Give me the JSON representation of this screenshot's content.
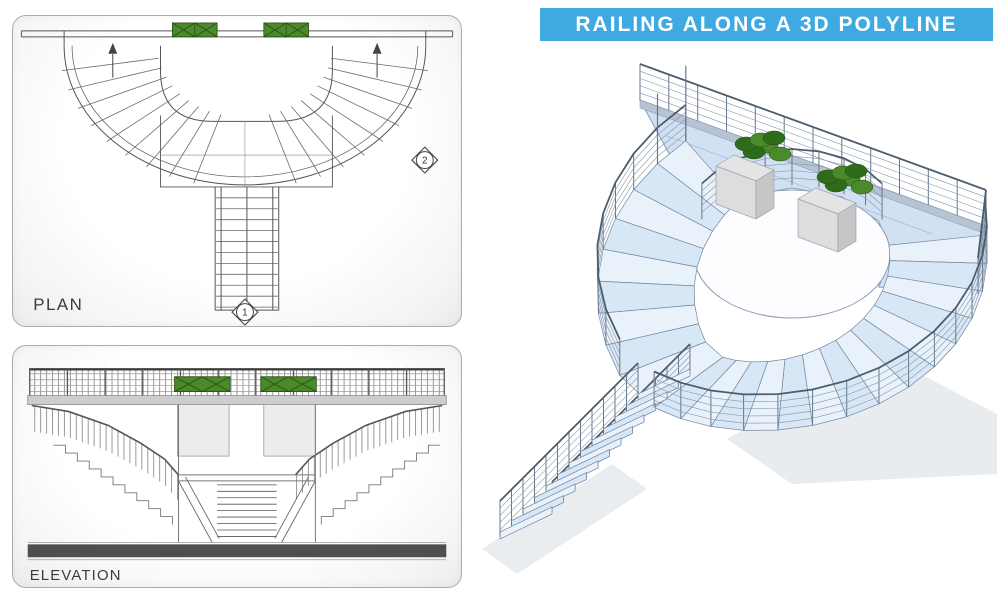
{
  "banner": {
    "title": "RAILING ALONG A 3D POLYLINE"
  },
  "plan_panel": {
    "label": "PLAN",
    "marker_1": "1",
    "marker_2": "2"
  },
  "elevation_panel": {
    "label": "ELEVATION"
  },
  "colors": {
    "banner_bg": "#3FA9E1",
    "banner_text": "#FFFFFF",
    "panel_border": "#ABABAB",
    "line_dark": "#4D4D4D",
    "planter_green": "#4A8A2A",
    "planter_green_dark": "#2E6B1A",
    "glass_blue": "#CFE0F3",
    "tread_blue_light": "#E9F2FB",
    "tread_blue": "#D8E7F6",
    "slab_edge": "#B7C3D2",
    "rail_dark": "#4D5D70",
    "cable": "#8595A8",
    "post": "#66788C",
    "ground_bar": "#4F4F4F",
    "shadow": "#D6DCE2"
  }
}
